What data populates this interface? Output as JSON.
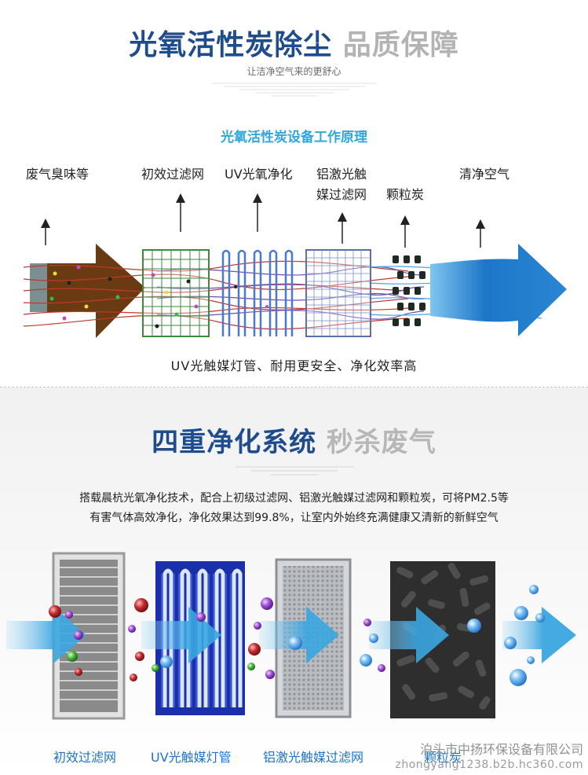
{
  "header": {
    "title_blue": "光氧活性炭除尘",
    "title_gray": "品质保障",
    "subtitle": "让洁净空气来的更舒心"
  },
  "diagram": {
    "title": "光氧活性炭设备工作原理",
    "labels": {
      "waste_gas": "废气臭味等",
      "primary_filter": "初效过滤网",
      "uv_line1": "UV光氧净化",
      "aluminum_line1": "铝激光触",
      "aluminum_line2": "媒过滤网",
      "granular_carbon": "颗粒炭",
      "clean_air": "清净空气"
    },
    "caption": "UV光触媒灯管、耐用更安全、净化效率高",
    "colors": {
      "dirty_arrow": "#6a3a12",
      "clean_arrow": "#1e6fc0",
      "grid": "#3c8a3c",
      "uv": "#4a78d8"
    }
  },
  "section2": {
    "title_blue": "四重净化系统",
    "title_gray": "秒杀废气",
    "desc_line1": "搭载晨杭光氧净化技术，配合上初级过滤网、铝激光触媒过滤网和颗粒炭，可将PM2.5等",
    "desc_line2": "有害气体高效净化，净化效果达到99.8%，让室内外始终充满健康又清新的新鲜空气",
    "stages": [
      {
        "label": "初效过滤网",
        "icon": "primary-filter-panel"
      },
      {
        "label": "UV光触媒灯管",
        "icon": "uv-lamp-panel"
      },
      {
        "label": "铝激光触媒过滤网",
        "icon": "honeycomb-filter-panel"
      },
      {
        "label": "颗粒炭",
        "icon": "granular-carbon-block"
      }
    ]
  },
  "watermark": {
    "company": "泊头市中扬环保设备有限公司",
    "url": "zhongyang1238.b2b.hc360.com"
  }
}
